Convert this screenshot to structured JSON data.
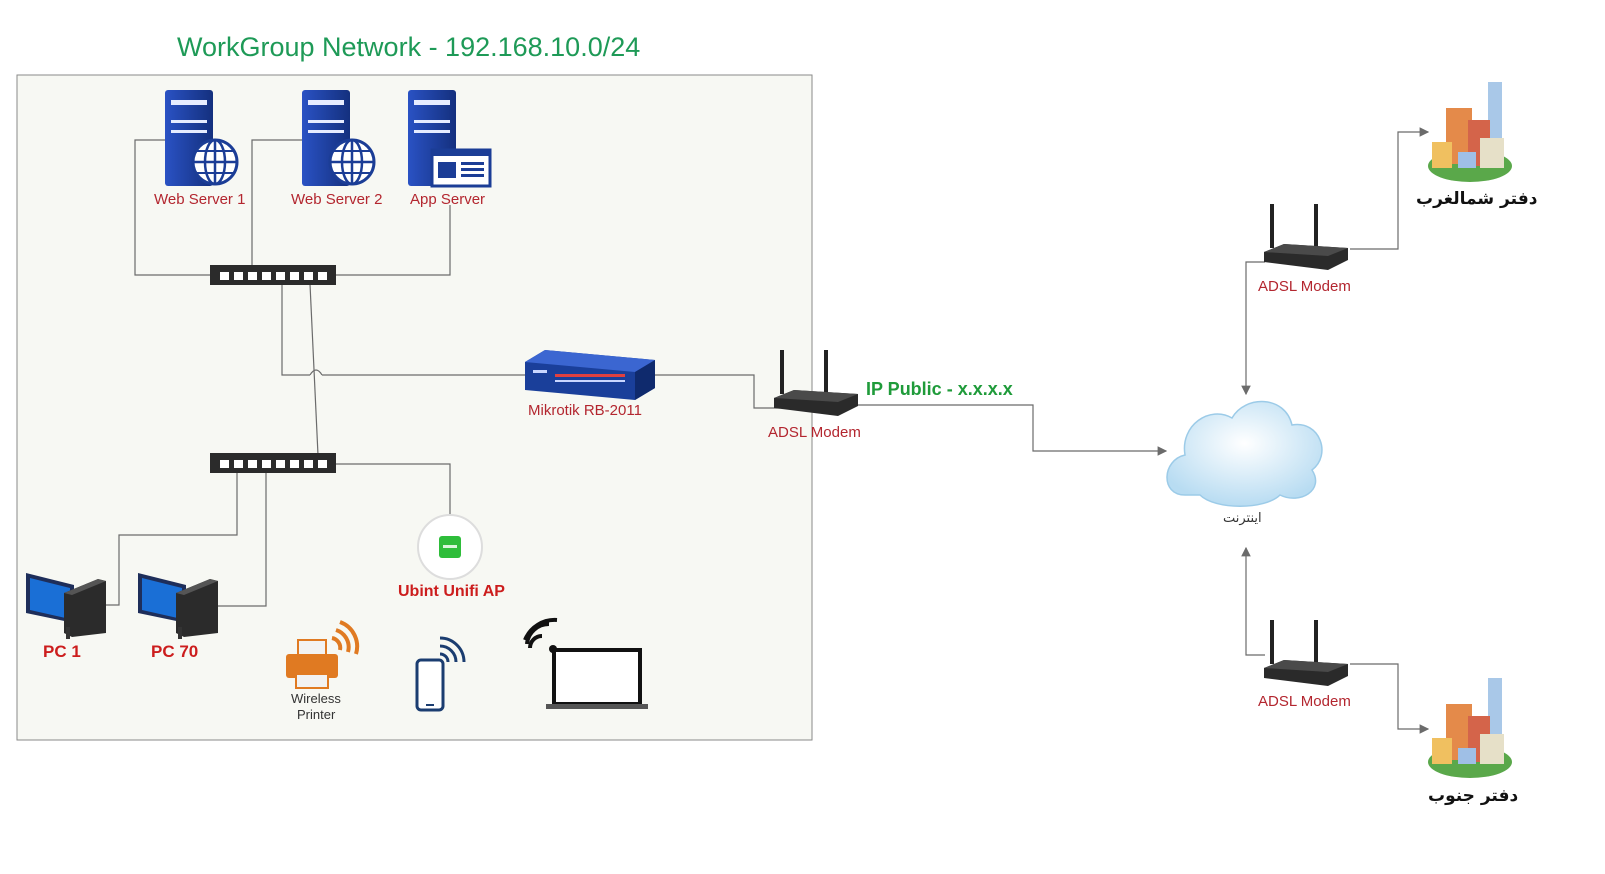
{
  "title": "WorkGroup Network  -  192.168.10.0/24",
  "devices": {
    "web_server_1": "Web Server 1",
    "web_server_2": "Web Server 2",
    "app_server": "App Server",
    "router": "Mikrotik RB-2011",
    "modem_main": "ADSL Modem",
    "pc1": "PC 1",
    "pc70": "PC 70",
    "access_point": "Ubint Unifi AP",
    "printer_line1": "Wireless",
    "printer_line2": "Printer",
    "modem_nw": "ADSL Modem",
    "modem_south": "ADSL Modem"
  },
  "ip_public": "IP Public - x.x.x.x",
  "internet": "اینترنت",
  "office_nw": "دفتر شمالغرب",
  "office_south": "دفتر جنوب",
  "colors": {
    "title": "#1e9a57",
    "labels": "#b3262f",
    "ip": "#1f9b3a",
    "server": "#1b3d96"
  }
}
